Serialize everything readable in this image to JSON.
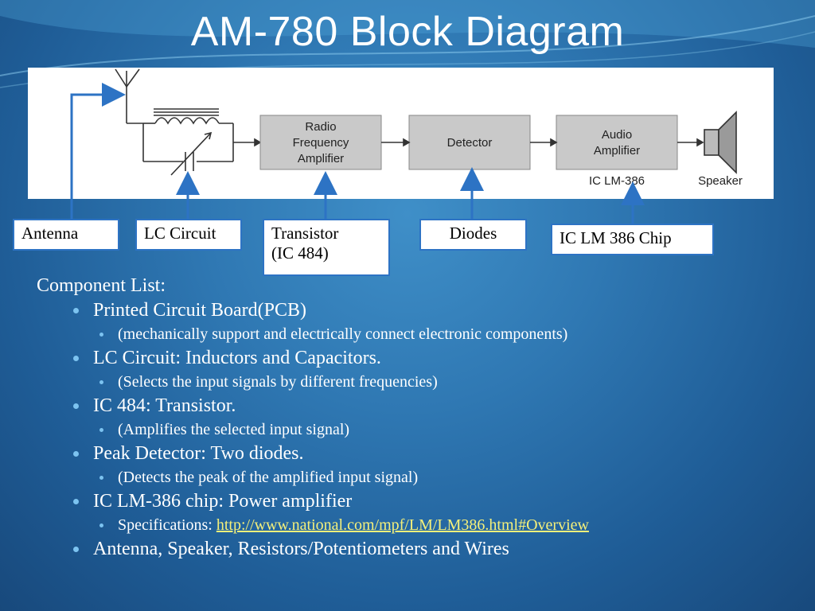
{
  "title": "AM-780 Block Diagram",
  "diagram": {
    "blocks": [
      "Radio\nFrequency\nAmplifier",
      "Detector",
      "Audio\nAmplifier"
    ],
    "ic_label": "IC LM-386",
    "speaker_label": "Speaker"
  },
  "callouts": [
    "Antenna",
    "LC Circuit",
    "Transistor\n(IC 484)",
    "Diodes",
    "IC LM 386 Chip"
  ],
  "component_list": {
    "heading": "Component List:",
    "items": [
      {
        "text": "Printed Circuit Board(PCB)",
        "sub": "(mechanically support and electrically connect electronic components)"
      },
      {
        "text": "LC Circuit: Inductors and Capacitors.",
        "sub": "(Selects the input signals by different frequencies)"
      },
      {
        "text": "IC 484: Transistor.",
        "sub": "(Amplifies the selected input signal)"
      },
      {
        "text": "Peak Detector: Two diodes.",
        "sub": "(Detects the peak of the amplified input signal)"
      },
      {
        "text": "IC LM-386 chip: Power amplifier",
        "sub_prefix": "Specifications: ",
        "sub_link": "http://www.national.com/mpf/LM/LM386.html#Overview"
      },
      {
        "text": "Antenna, Speaker, Resistors/Potentiometers and Wires"
      }
    ]
  },
  "colors": {
    "background": "#2f78b3",
    "callout_border": "#2d73c4",
    "arrow": "#2d73c4",
    "block_fill": "#c9c9c9",
    "link": "#f5f07a"
  }
}
